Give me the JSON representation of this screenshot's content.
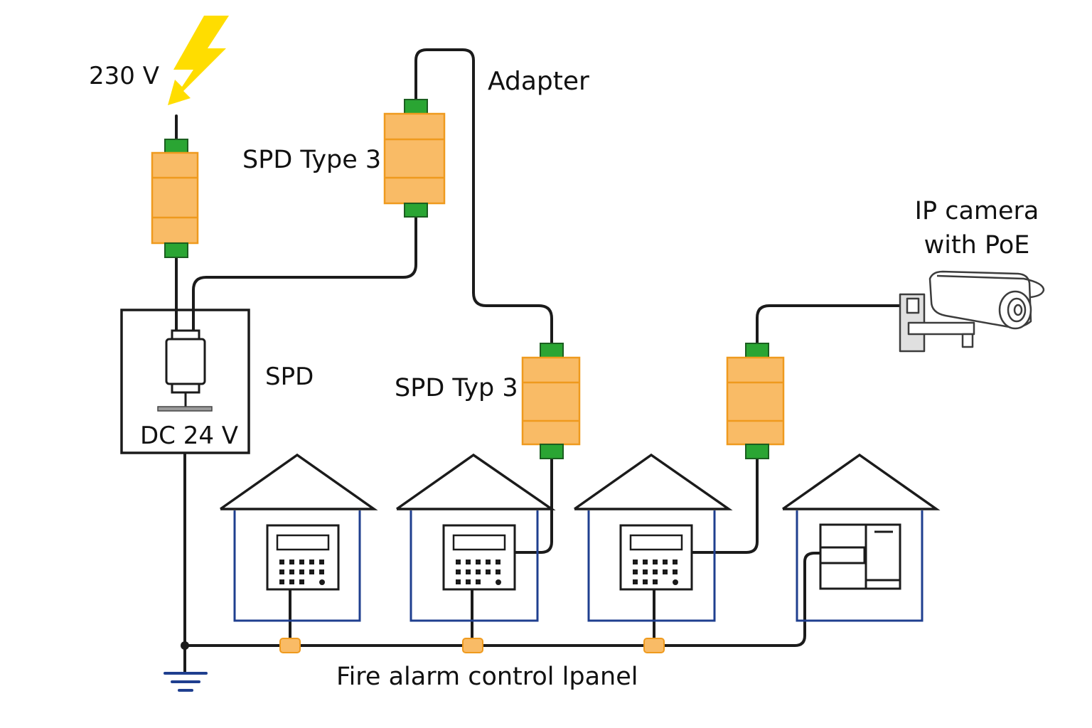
{
  "labels": {
    "voltage_230": "230 V",
    "adapter": "Adapter",
    "spd_type3_top": "SPD Type 3",
    "spd": "SPD",
    "dc_24v": "DC 24 V",
    "spd_typ3_middle": "SPD Typ 3",
    "ip_camera_line1": "IP camera",
    "ip_camera_line2": "with PoE",
    "fire_alarm": "Fire alarm control lpanel"
  },
  "colors": {
    "spd_fill": "#f9bb66",
    "spd_stroke": "#ef9a1e",
    "terminal": "#2aa533",
    "wire": "#1b1b1b",
    "house_wall": "#1f3f8f",
    "lightning": "#ffdd00"
  },
  "icons": {
    "lightning": "lightning-bolt-icon",
    "camera": "ip-camera-icon",
    "ground": "ground-symbol-icon",
    "panel": "fire-alarm-panel-icon",
    "control_cabinet": "control-cabinet-icon"
  }
}
